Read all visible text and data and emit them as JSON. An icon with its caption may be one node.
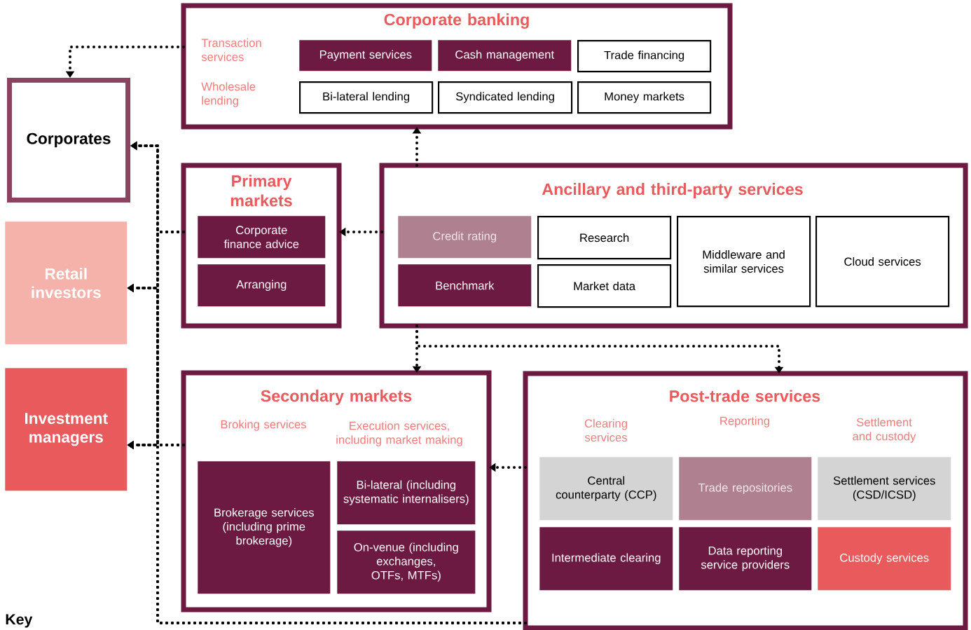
{
  "diagram": {
    "nodes": [
      {
        "text": [
          "Corporate banking",
          "Transaction services",
          "Wholesale lending"
        ]
      },
      {
        "text": [
          "Payment services"
        ],
        "in": 0
      },
      {
        "text": [
          "Cash management"
        ],
        "in": 0
      },
      {
        "text": [
          "Trade financing"
        ],
        "in": 0
      },
      {
        "text": [
          "Bi-lateral lending"
        ],
        "in": 0
      },
      {
        "text": [
          "Syndicated lending"
        ],
        "in": 0
      },
      {
        "text": [
          "Money markets"
        ],
        "in": 0
      },
      {
        "text": [
          "Corporates"
        ]
      },
      {
        "text": [
          "Primary markets"
        ]
      },
      {
        "text": [
          "Corporate finance advice"
        ],
        "in": 8
      },
      {
        "text": [
          "Arranging"
        ],
        "in": 8
      },
      {
        "text": [
          "Ancillary and third-party services"
        ]
      },
      {
        "text": [
          "Credit rating"
        ],
        "in": 11
      },
      {
        "text": [
          "Research"
        ],
        "in": 11
      },
      {
        "text": [
          "Middleware and similar services"
        ],
        "in": 11
      },
      {
        "text": [
          "Cloud services"
        ],
        "in": 11
      },
      {
        "text": [
          "Benchmark"
        ],
        "in": 11
      },
      {
        "text": [
          "Market data"
        ],
        "in": 11
      },
      {
        "text": [
          "Retail investors"
        ]
      },
      {
        "text": [
          "Secondary markets",
          "Broking services",
          "Execution services, including market making"
        ]
      },
      {
        "text": [
          "Brokerage services (including prime brokerage)"
        ],
        "in": 19
      },
      {
        "text": [
          "Bi-lateral (including systematic internalisers)"
        ],
        "in": 19
      },
      {
        "text": [
          "On-venue (including exchanges, OTFs, MTFs)"
        ],
        "in": 19
      },
      {
        "text": [
          "Post-trade services",
          "Clearing services",
          "Reporting",
          "Settlement and custody"
        ]
      },
      {
        "text": [
          "Central counterparty (CCP)"
        ],
        "in": 23
      },
      {
        "text": [
          "Trade repositories"
        ],
        "in": 23
      },
      {
        "text": [
          "Settlement services (CSD/ICSD)"
        ],
        "in": 23
      },
      {
        "text": [
          "Intermediate clearing"
        ],
        "in": 23
      },
      {
        "text": [
          "Data reporting service providers"
        ],
        "in": 23
      },
      {
        "text": [
          "Custody services"
        ],
        "in": 23
      },
      {
        "text": [
          "Investment managers"
        ]
      }
    ],
    "edges": [
      {
        "from": 0,
        "to": 7,
        "arrow": "to"
      },
      {
        "from": 11,
        "to": 0,
        "arrow": "to"
      },
      {
        "from": 11,
        "to": 8,
        "arrow": "to"
      },
      {
        "from": 11,
        "to": 19,
        "arrow": "to"
      },
      {
        "from": 11,
        "to": 23,
        "arrow": "to"
      },
      {
        "from": 23,
        "to": 19,
        "arrow": "to"
      },
      {
        "from": 8,
        "to": 7,
        "arrow": "to"
      },
      {
        "from": 8,
        "to": 18,
        "arrow": "to"
      },
      {
        "from": 8,
        "to": 30,
        "arrow": "to"
      },
      {
        "from": 19,
        "to": 7,
        "arrow": "to"
      },
      {
        "from": 19,
        "to": 18,
        "arrow": "to"
      },
      {
        "from": 19,
        "to": 30,
        "arrow": "to"
      },
      {
        "from": 23,
        "to": 7,
        "arrow": "to"
      },
      {
        "from": 23,
        "to": 18,
        "arrow": "to"
      },
      {
        "from": 23,
        "to": 30,
        "arrow": "to"
      }
    ],
    "labels": [
      "Key"
    ]
  }
}
